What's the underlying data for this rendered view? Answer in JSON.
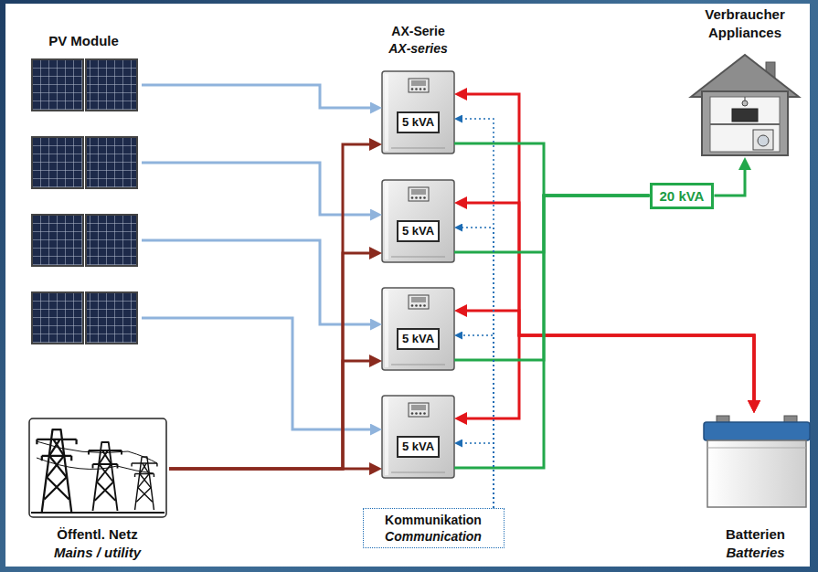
{
  "diagram": {
    "nodes": [
      {
        "text": [
          "PV Module"
        ]
      },
      {
        "text": [
          "AX-Serie",
          "AX-series"
        ]
      },
      {
        "text": [
          "5 kVA"
        ],
        "in": 1
      },
      {
        "text": [
          "5 kVA"
        ],
        "in": 1
      },
      {
        "text": [
          "5 kVA"
        ],
        "in": 1
      },
      {
        "text": [
          "5 kVA"
        ],
        "in": 1
      },
      {
        "text": [
          "Verbraucher",
          "Appliances"
        ]
      },
      {
        "text": [
          "20 kVA"
        ]
      },
      {
        "text": [
          "Batterien",
          "Batteries"
        ]
      },
      {
        "text": [
          "Öffentl. Netz",
          "Mains / utility"
        ]
      },
      {
        "text": [
          "Kommunikation",
          "Communication"
        ]
      }
    ],
    "edges": [
      {
        "from": 0,
        "to": 2,
        "arrow": "to"
      },
      {
        "from": 0,
        "to": 3,
        "arrow": "to"
      },
      {
        "from": 0,
        "to": 4,
        "arrow": "to"
      },
      {
        "from": 0,
        "to": 5,
        "arrow": "to"
      },
      {
        "from": 9,
        "to": 2,
        "arrow": "to"
      },
      {
        "from": 9,
        "to": 3,
        "arrow": "to"
      },
      {
        "from": 9,
        "to": 4,
        "arrow": "to"
      },
      {
        "from": 9,
        "to": 5,
        "arrow": "to"
      },
      {
        "from": 2,
        "to": 8,
        "arrow": "both"
      },
      {
        "from": 3,
        "to": 8,
        "arrow": "both"
      },
      {
        "from": 4,
        "to": 8,
        "arrow": "both"
      },
      {
        "from": 5,
        "to": 8,
        "arrow": "both"
      },
      {
        "from": 2,
        "to": 7,
        "arrow": "none"
      },
      {
        "from": 3,
        "to": 7,
        "arrow": "none"
      },
      {
        "from": 4,
        "to": 7,
        "arrow": "none"
      },
      {
        "from": 5,
        "to": 7,
        "arrow": "none"
      },
      {
        "from": 7,
        "to": 6,
        "arrow": "to"
      },
      {
        "from": 10,
        "to": 2,
        "arrow": "to"
      },
      {
        "from": 10,
        "to": 3,
        "arrow": "to"
      },
      {
        "from": 10,
        "to": 4,
        "arrow": "to"
      },
      {
        "from": 10,
        "to": 5,
        "arrow": "to"
      }
    ]
  }
}
